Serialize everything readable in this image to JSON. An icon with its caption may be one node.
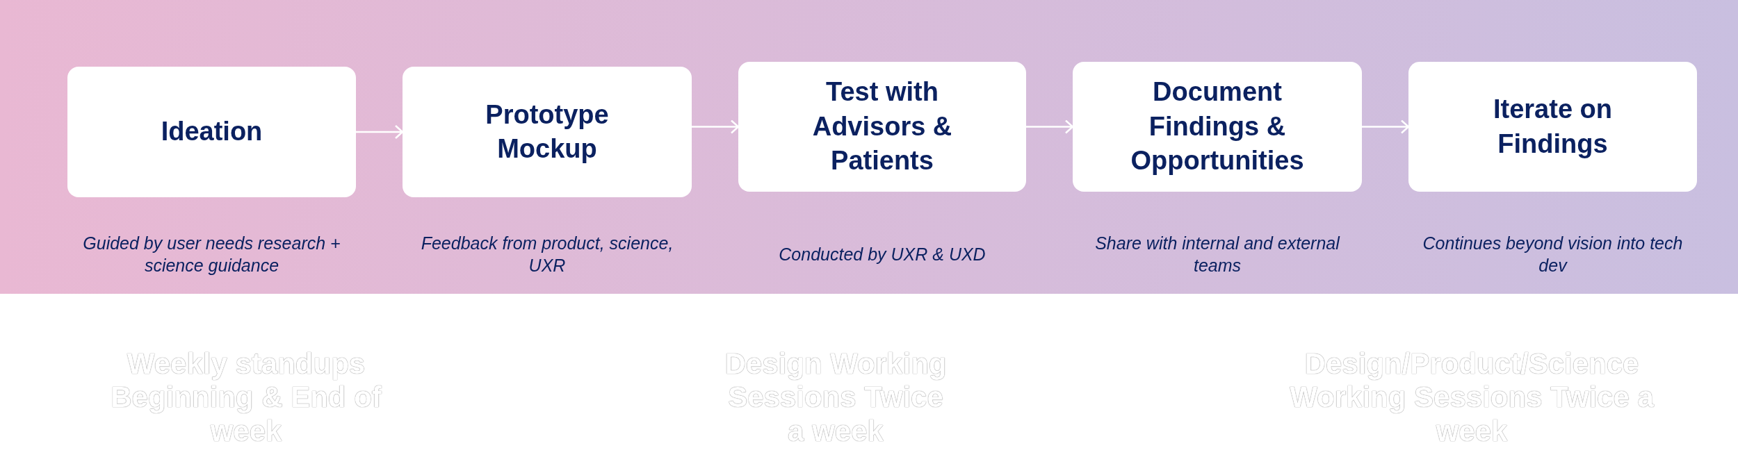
{
  "diagram": {
    "nodes": [
      {
        "text": [
          "Ideation"
        ],
        "beside": [
          "Guided by user needs research + science guidance"
        ]
      },
      {
        "text": [
          "Prototype Mockup"
        ],
        "beside": [
          "Feedback from product, science, UXR"
        ]
      },
      {
        "text": [
          "Test with Advisors & Patients"
        ],
        "beside": [
          "Conducted by UXR & UXD"
        ]
      },
      {
        "text": [
          "Document Findings & Opportunities"
        ],
        "beside": [
          "Share with internal and external teams"
        ]
      },
      {
        "text": [
          "Iterate on Findings"
        ],
        "beside": [
          "Continues beyond vision into tech dev"
        ]
      }
    ],
    "edges": [
      {
        "from": 0,
        "to": 1,
        "arrow": "to"
      },
      {
        "from": 1,
        "to": 2,
        "arrow": "to"
      },
      {
        "from": 2,
        "to": 3,
        "arrow": "to"
      },
      {
        "from": 3,
        "to": 4,
        "arrow": "to"
      }
    ],
    "labels": [
      "Weekly standups Beginning & End of week",
      "Design Working Sessions Twice a week",
      "Design/Product/Science Working Sessions Twice a week"
    ]
  }
}
